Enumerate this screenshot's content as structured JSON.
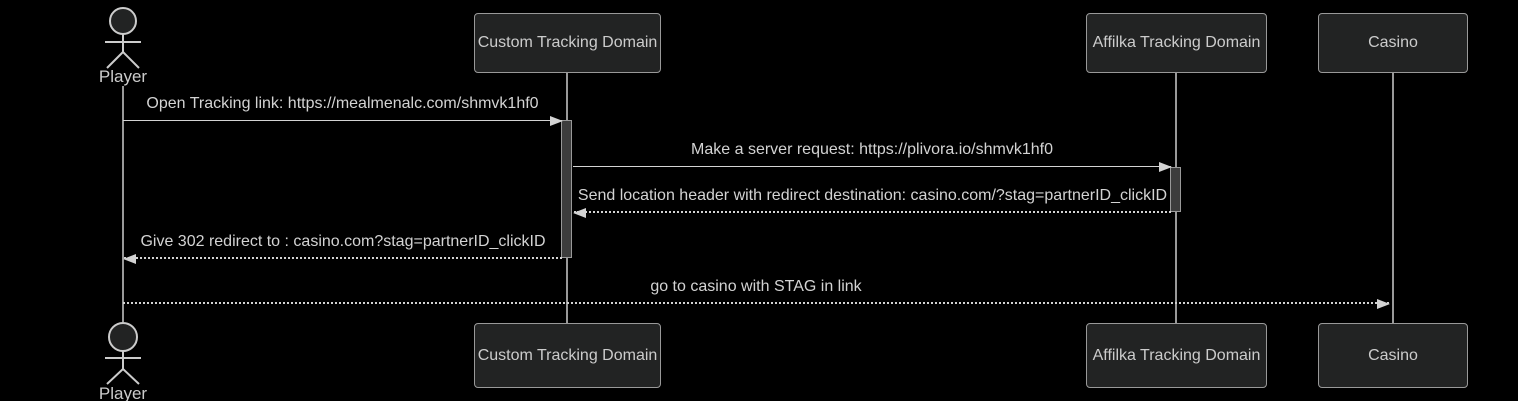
{
  "actors": {
    "player": "Player"
  },
  "participants": {
    "custom": "Custom Tracking Domain",
    "affilka": "Affilka Tracking Domain",
    "casino": "Casino"
  },
  "messages": [
    {
      "from": "player",
      "to": "custom",
      "type": "solid",
      "label": "Open Tracking link: https://mealmenalc.com/shmvk1hf0"
    },
    {
      "from": "custom",
      "to": "affilka",
      "type": "solid",
      "label": "Make a server request: https://plivora.io/shmvk1hf0"
    },
    {
      "from": "affilka",
      "to": "custom",
      "type": "dashed",
      "label": "Send location header with redirect destination: casino.com/?stag=partnerID_clickID"
    },
    {
      "from": "custom",
      "to": "player",
      "type": "dashed",
      "label": "Give 302 redirect to : casino.com?stag=partnerID_clickID"
    },
    {
      "from": "player",
      "to": "casino",
      "type": "dashed",
      "label": "go to casino with STAG in link"
    }
  ],
  "colors": {
    "background": "#000000",
    "box_fill": "#222323",
    "box_border": "#999999",
    "box_text": "#cccccc",
    "signal": "#d3d3d3",
    "lifeline": "#999999",
    "activation_fill": "#3d3d3d"
  }
}
